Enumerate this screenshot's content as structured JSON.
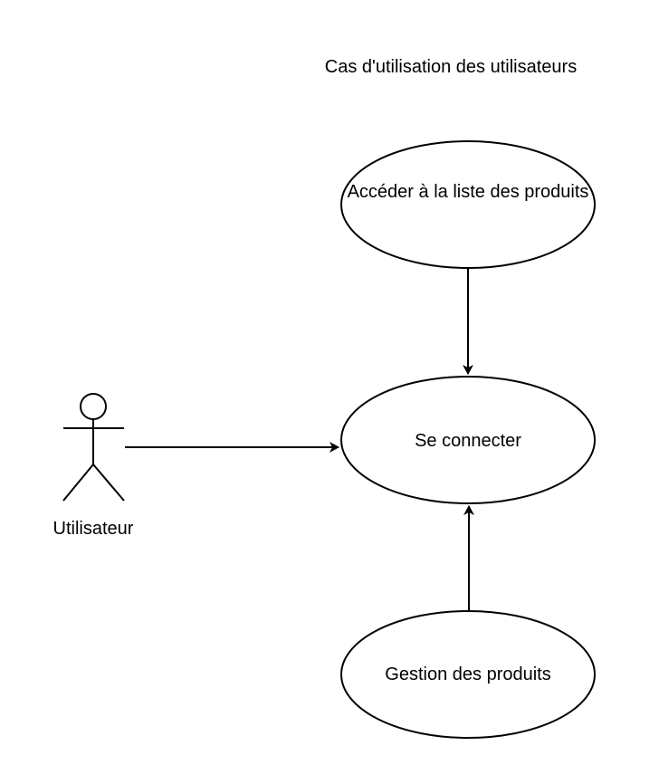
{
  "title": "Cas d'utilisation des utilisateurs",
  "actor": {
    "label": "Utilisateur",
    "icon": "stick-figure-icon"
  },
  "use_cases": {
    "acceder": {
      "label": "Accéder à la liste des produits"
    },
    "connecter": {
      "label": "Se connecter"
    },
    "gestion": {
      "label": "Gestion des produits"
    }
  },
  "relations": [
    {
      "from": "actor",
      "to": "connecter",
      "type": "association-arrow"
    },
    {
      "from": "acceder",
      "to": "connecter",
      "type": "arrow"
    },
    {
      "from": "gestion",
      "to": "connecter",
      "type": "arrow"
    }
  ],
  "colors": {
    "stroke": "#000000",
    "fill": "#ffffff",
    "text": "#000000"
  }
}
